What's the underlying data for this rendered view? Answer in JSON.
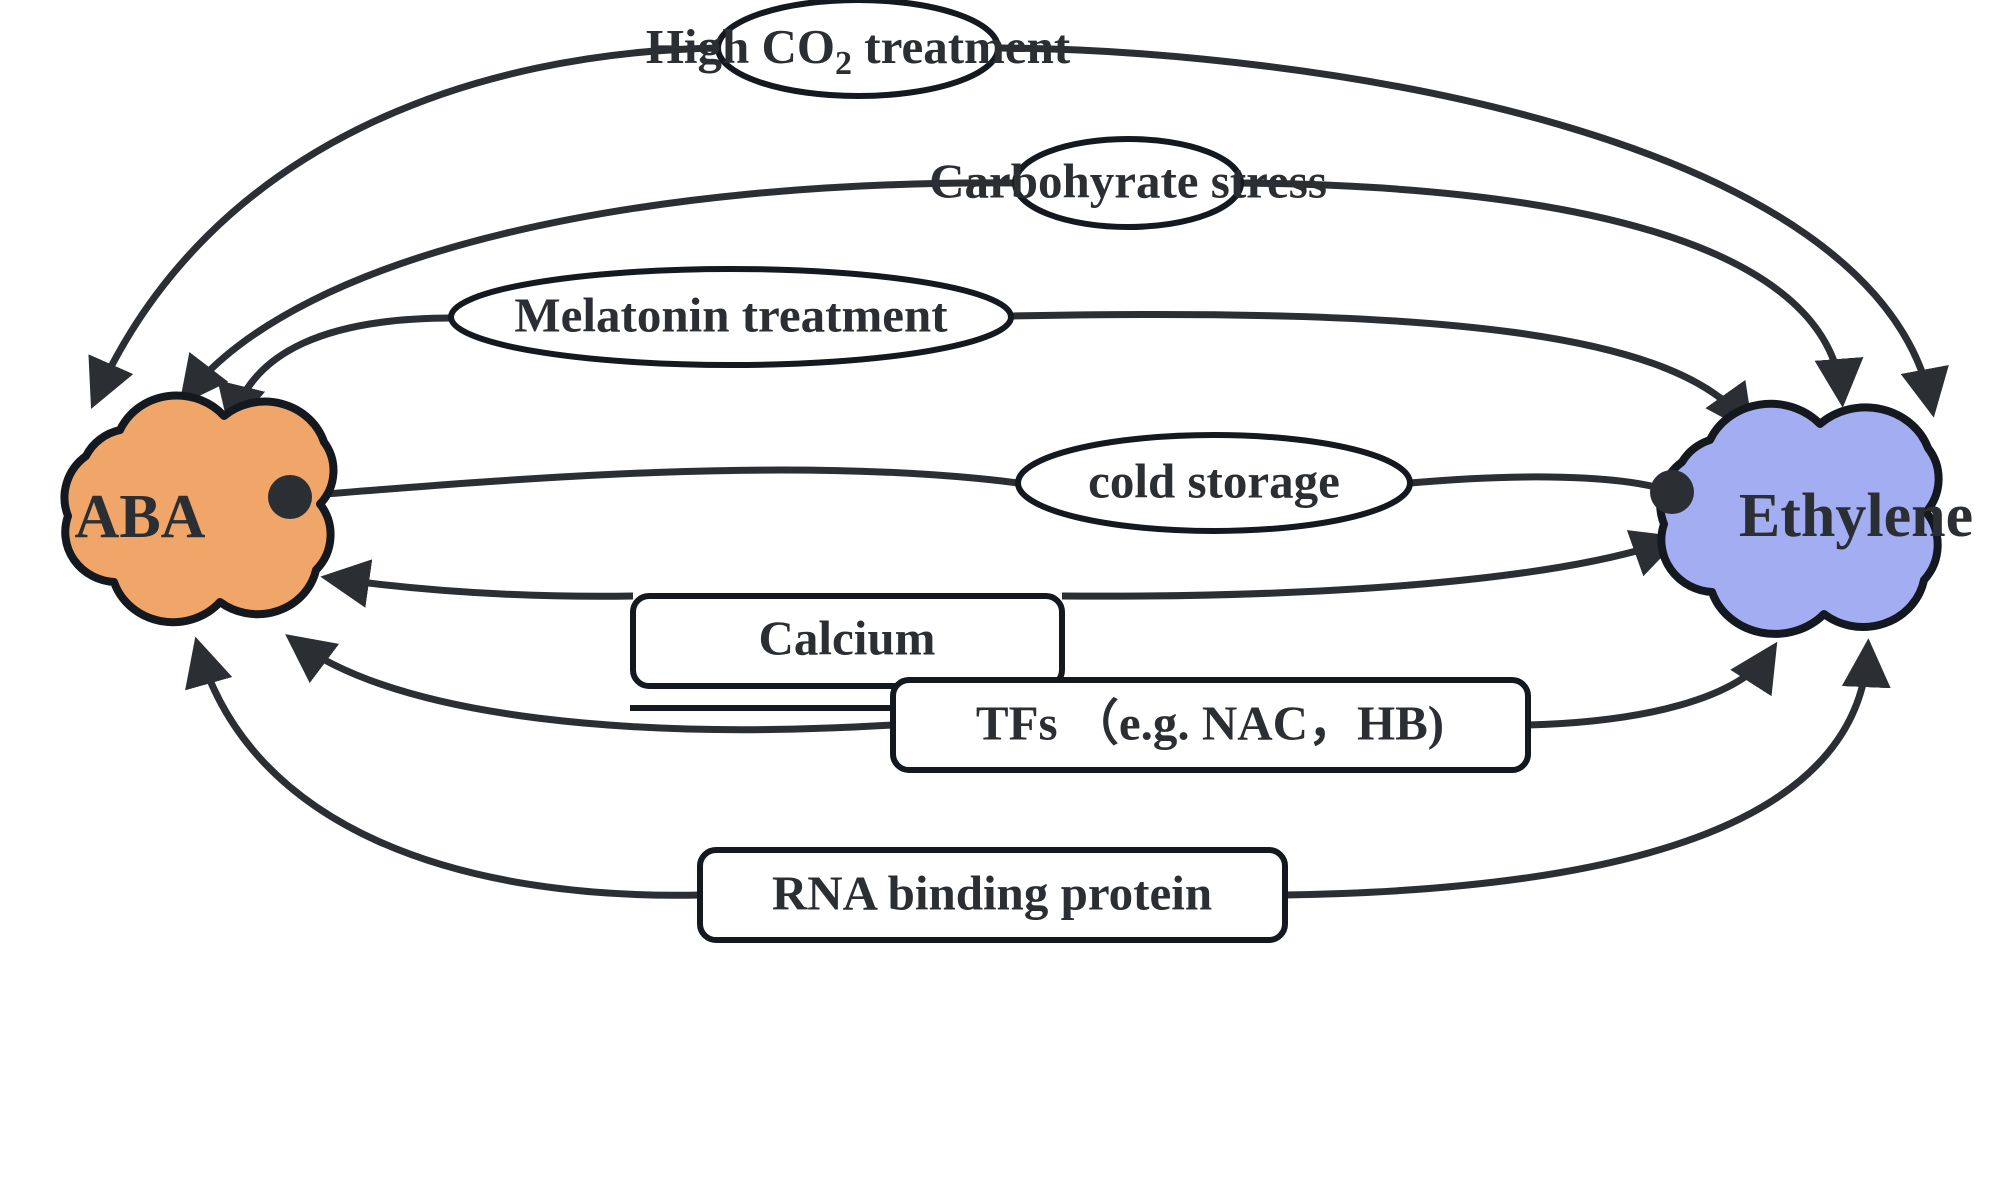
{
  "diagram": {
    "type": "pathway-diagram",
    "background_color": "#ffffff",
    "line_color": "#2b2f33",
    "nodes": {
      "aba": {
        "label": "ABA",
        "shape": "cloud",
        "fill": "#efa668",
        "stroke": "#14181f"
      },
      "ethylene": {
        "label": "Ethylene",
        "shape": "cloud",
        "fill": "#a3adf2",
        "stroke": "#14181f"
      },
      "high_co2": {
        "label_main": "High CO",
        "label_sub": "2",
        "label_tail": " treatment",
        "shape": "ellipse",
        "fill": "#ffffff"
      },
      "carbohydrate_stress": {
        "label": "Carbohyrate stress",
        "shape": "ellipse",
        "fill": "#ffffff"
      },
      "melatonin": {
        "label": "Melatonin treatment",
        "shape": "ellipse",
        "fill": "#ffffff"
      },
      "cold_storage": {
        "label": "cold storage",
        "shape": "ellipse",
        "fill": "#ffffff"
      },
      "calcium": {
        "label": "Calcium",
        "shape": "rounded-rect",
        "fill": "#ffffff"
      },
      "tfs": {
        "label": "TFs （e.g. NAC，HB)",
        "shape": "rounded-rect",
        "fill": "#ffffff"
      },
      "rna_binding_protein": {
        "label": "RNA binding protein",
        "shape": "rounded-rect",
        "fill": "#ffffff"
      }
    },
    "edges": [
      {
        "from": "high_co2",
        "to": "aba",
        "marker": "arrow"
      },
      {
        "from": "high_co2",
        "to": "ethylene",
        "marker": "arrow"
      },
      {
        "from": "carbohydrate_stress",
        "to": "aba",
        "marker": "arrow"
      },
      {
        "from": "carbohydrate_stress",
        "to": "ethylene",
        "marker": "arrow"
      },
      {
        "from": "melatonin",
        "to": "aba",
        "marker": "arrow"
      },
      {
        "from": "melatonin",
        "to": "ethylene",
        "marker": "arrow"
      },
      {
        "from": "cold_storage",
        "to": "aba",
        "marker": "inhibit-dot"
      },
      {
        "from": "cold_storage",
        "to": "ethylene",
        "marker": "inhibit-dot"
      },
      {
        "from": "calcium",
        "to": "aba",
        "marker": "arrow"
      },
      {
        "from": "calcium",
        "to": "ethylene",
        "marker": "arrow"
      },
      {
        "from": "tfs",
        "to": "aba",
        "marker": "arrow"
      },
      {
        "from": "tfs",
        "to": "ethylene",
        "marker": "arrow"
      },
      {
        "from": "rna_binding_protein",
        "to": "aba",
        "marker": "arrow"
      },
      {
        "from": "rna_binding_protein",
        "to": "ethylene",
        "marker": "arrow"
      }
    ]
  }
}
